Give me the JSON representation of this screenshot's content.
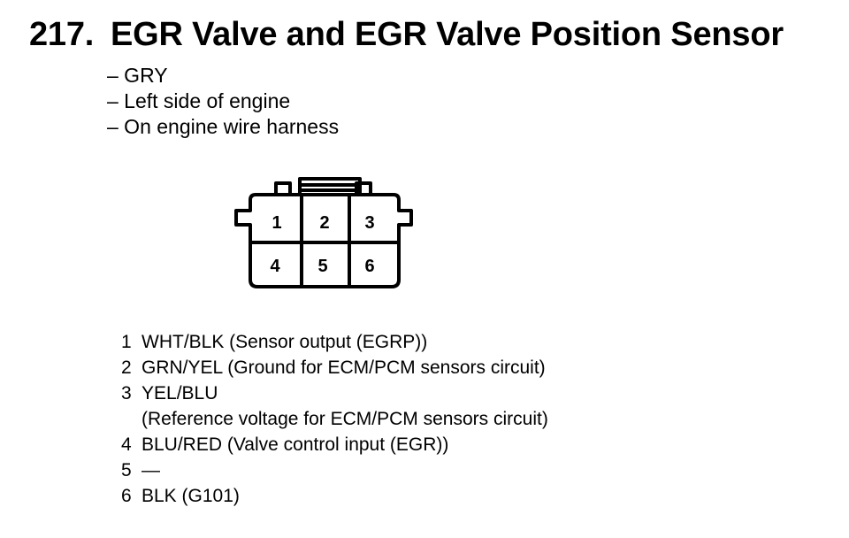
{
  "page": {
    "title_number": "217.",
    "title_text": "EGR Valve and EGR Valve Position Sensor"
  },
  "details": [
    "– GRY",
    "– Left side of engine",
    "– On engine wire harness"
  ],
  "connector": {
    "cavities": [
      "1",
      "2",
      "3",
      "4",
      "5",
      "6"
    ]
  },
  "pins": [
    {
      "number": "1",
      "lines": [
        "WHT/BLK (Sensor output (EGRP))"
      ]
    },
    {
      "number": "2",
      "lines": [
        "GRN/YEL (Ground for ECM/PCM sensors circuit)"
      ]
    },
    {
      "number": "3",
      "lines": [
        "YEL/BLU",
        "(Reference voltage for ECM/PCM sensors circuit)"
      ]
    },
    {
      "number": "4",
      "lines": [
        "BLU/RED (Valve control input (EGR))"
      ]
    },
    {
      "number": "5",
      "lines": [
        "—"
      ]
    },
    {
      "number": "6",
      "lines": [
        "BLK (G101)"
      ]
    }
  ],
  "colors": {
    "ink": "#000000",
    "background": "#ffffff"
  }
}
